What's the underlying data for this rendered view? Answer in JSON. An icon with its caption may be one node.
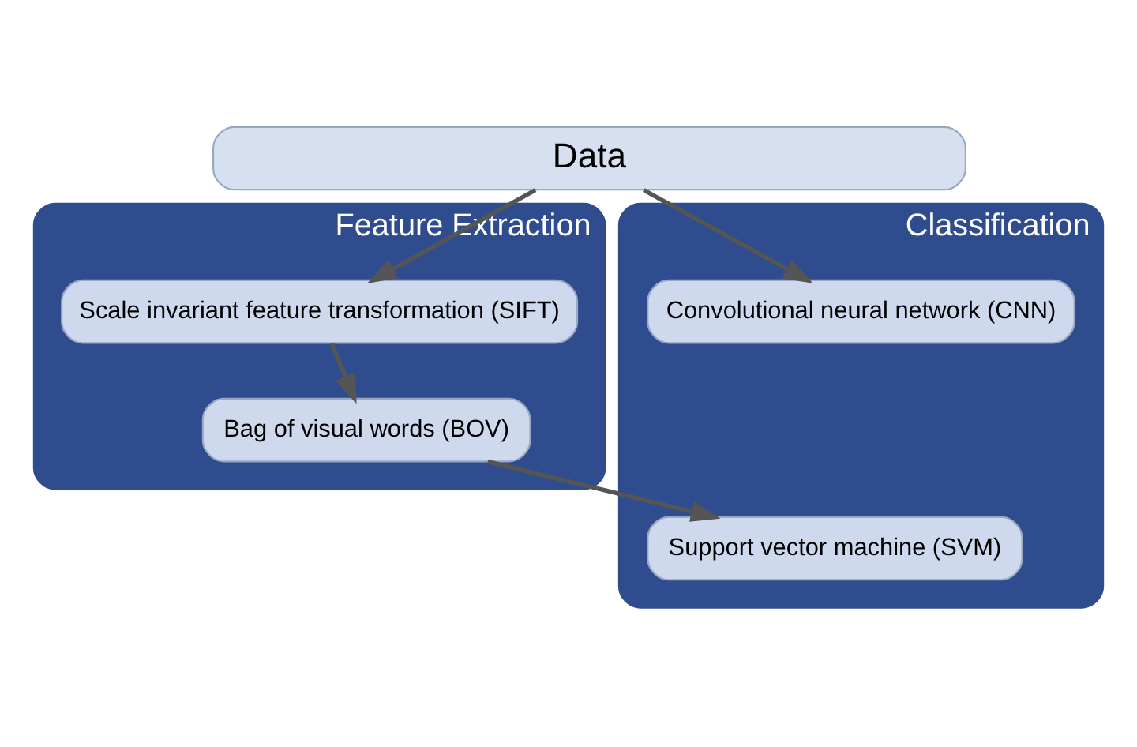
{
  "diagram": {
    "nodes": [
      {
        "text": [
          "Data"
        ]
      },
      {
        "text": [
          "Feature Extraction"
        ]
      },
      {
        "text": [
          "Scale invariant feature transformation (SIFT)"
        ],
        "in": 1
      },
      {
        "text": [
          "Bag of visual words (BOV)"
        ],
        "in": 1
      },
      {
        "text": [
          "Classification"
        ]
      },
      {
        "text": [
          "Convolutional neural network (CNN)"
        ],
        "in": 4
      },
      {
        "text": [
          "Support vector machine (SVM)"
        ],
        "in": 4
      }
    ],
    "edges": [
      {
        "from": 0,
        "to": 5,
        "arrow": "to"
      },
      {
        "from": 0,
        "to": 2,
        "arrow": "to"
      },
      {
        "from": 2,
        "to": 3,
        "arrow": "to"
      },
      {
        "from": 3,
        "to": 6,
        "arrow": "to"
      }
    ]
  }
}
